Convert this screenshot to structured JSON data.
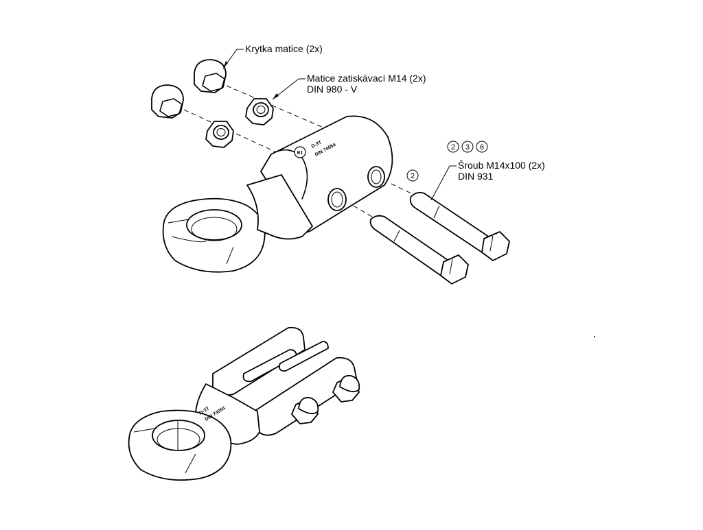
{
  "callouts": {
    "nut_cap": "Krytka matice (2x)",
    "lock_nut_line1": "Matice zatiskávací M14 (2x)",
    "lock_nut_line2": "DIN 980 - V",
    "bolt_line1": "Šroub M14x100 (2x)",
    "bolt_line2": "DIN 931"
  },
  "item_numbers": {
    "bolt_refs": [
      "2",
      "3",
      "6"
    ],
    "single_ref": "2"
  },
  "markings": {
    "e_mark": "E1",
    "stamp_line1": "D-3T",
    "stamp_line2": "DIN 74054"
  }
}
